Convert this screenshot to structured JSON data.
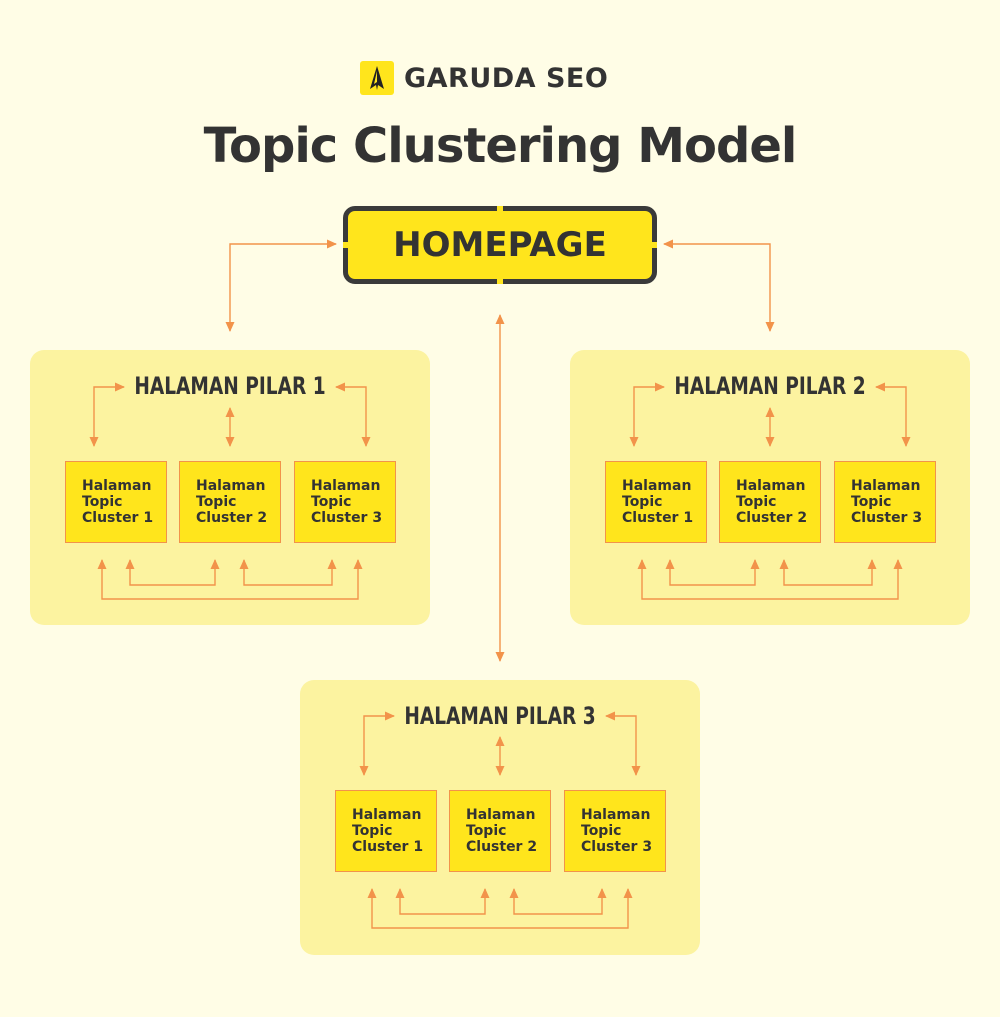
{
  "brand": {
    "name": "GARUDA SEO",
    "icon": "garuda-logo-icon"
  },
  "title": "Topic Clustering Model",
  "homepage": {
    "label": "HOMEPAGE"
  },
  "pillars": [
    {
      "title": "HALAMAN PILAR 1",
      "clusters": [
        "Halaman\nTopic\nCluster 1",
        "Halaman\nTopic\nCluster 2",
        "Halaman\nTopic\nCluster 3"
      ]
    },
    {
      "title": "HALAMAN PILAR 2",
      "clusters": [
        "Halaman\nTopic\nCluster 1",
        "Halaman\nTopic\nCluster 2",
        "Halaman\nTopic\nCluster 3"
      ]
    },
    {
      "title": "HALAMAN PILAR 3",
      "clusters": [
        "Halaman\nTopic\nCluster 1",
        "Halaman\nTopic\nCluster 2",
        "Halaman\nTopic\nCluster 3"
      ]
    }
  ],
  "colors": {
    "background": "#fffde6",
    "panel": "#fcf3a0",
    "accent_yellow": "#ffe51c",
    "arrow": "#f2934a",
    "text": "#333333"
  }
}
